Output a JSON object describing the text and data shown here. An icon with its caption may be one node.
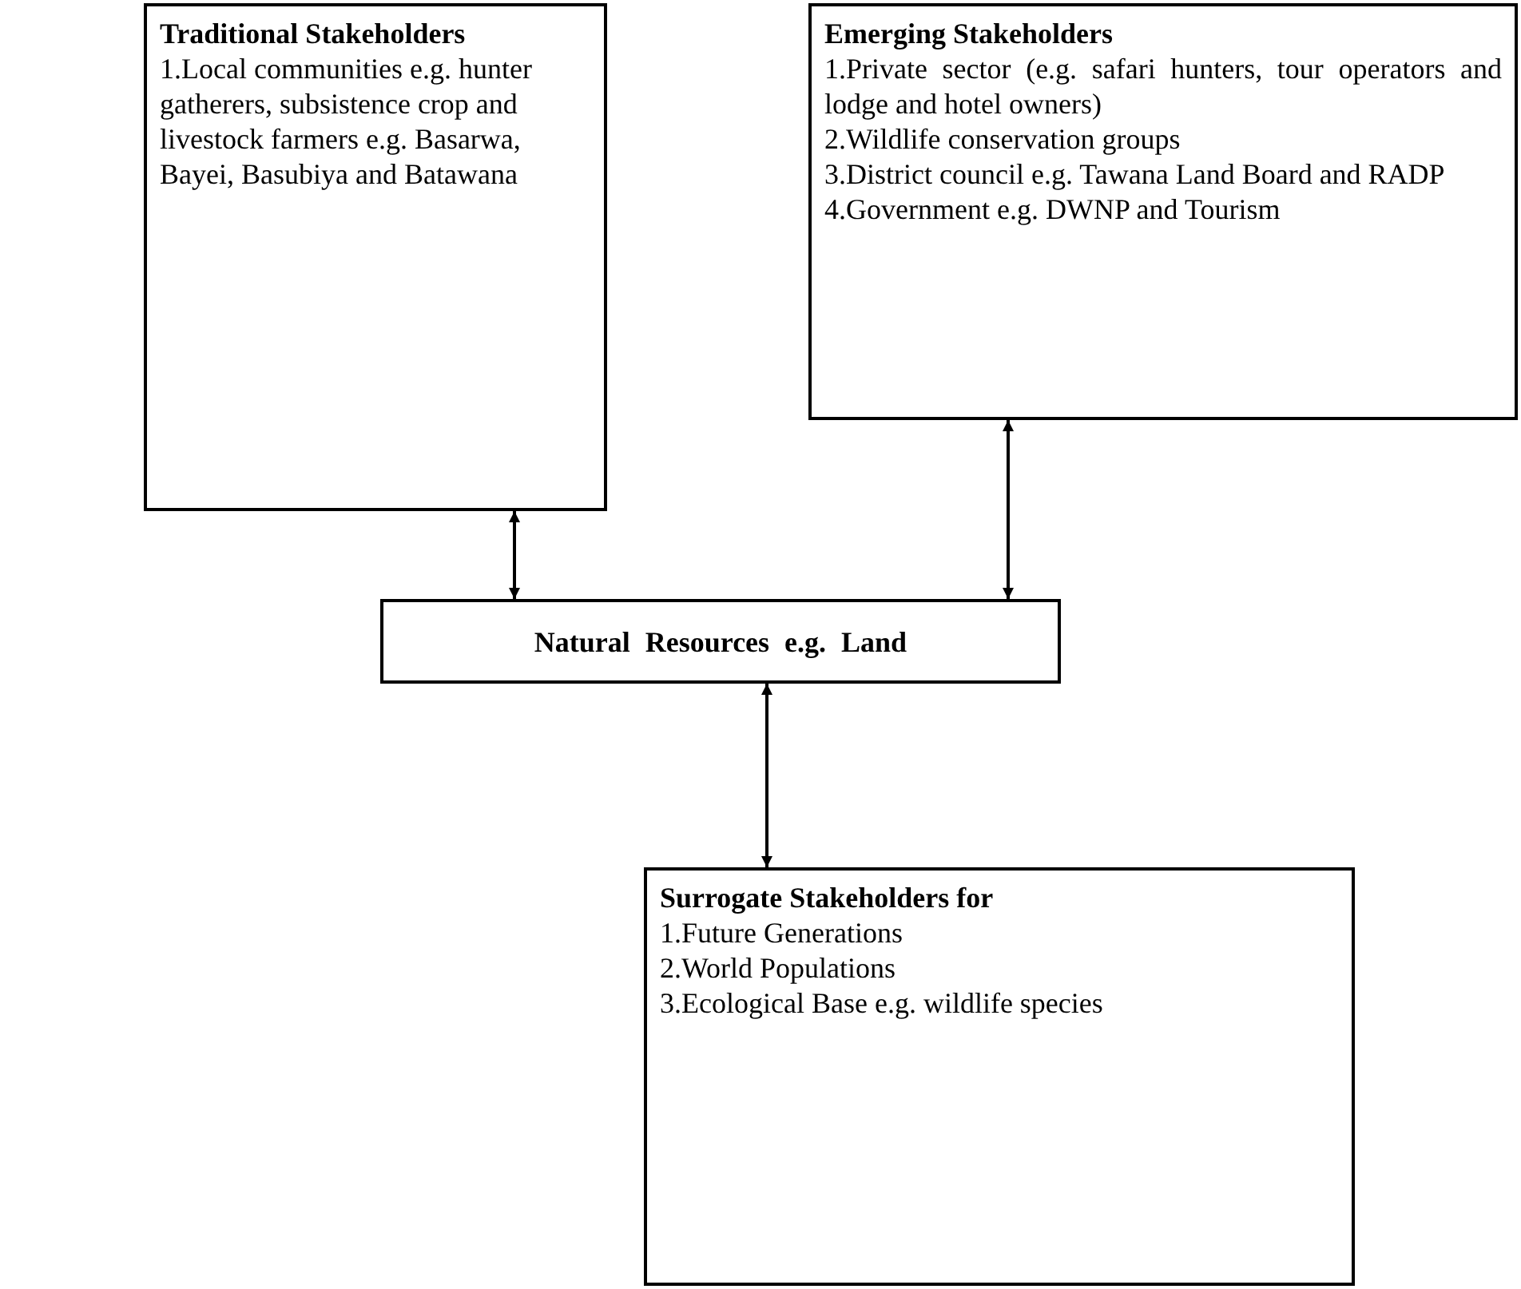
{
  "diagram": {
    "nodes": [
      {
        "text": [
          "Traditional Stakeholders",
          "1.Local communities e.g. hunter gatherers, subsistence crop and livestock farmers e.g. Basarwa, Bayei, Basubiya and Batawana"
        ]
      },
      {
        "text": [
          "Emerging Stakeholders",
          "1.Private sector (e.g. safari hunters, tour operators and lodge and hotel owners)",
          "2.Wildlife conservation groups",
          "3.District council e.g. Tawana Land Board and RADP",
          "4.Government e.g. DWNP and Tourism"
        ]
      },
      {
        "text": [
          "Natural Resources e.g. Land"
        ]
      },
      {
        "text": [
          "Surrogate Stakeholders for",
          "1.Future Generations",
          "2.World Populations",
          "3.Ecological Base e.g. wildlife species"
        ]
      }
    ],
    "edges": [
      {
        "from": 0,
        "to": 2,
        "arrow": "both"
      },
      {
        "from": 1,
        "to": 2,
        "arrow": "both"
      },
      {
        "from": 2,
        "to": 3,
        "arrow": "both"
      }
    ]
  }
}
